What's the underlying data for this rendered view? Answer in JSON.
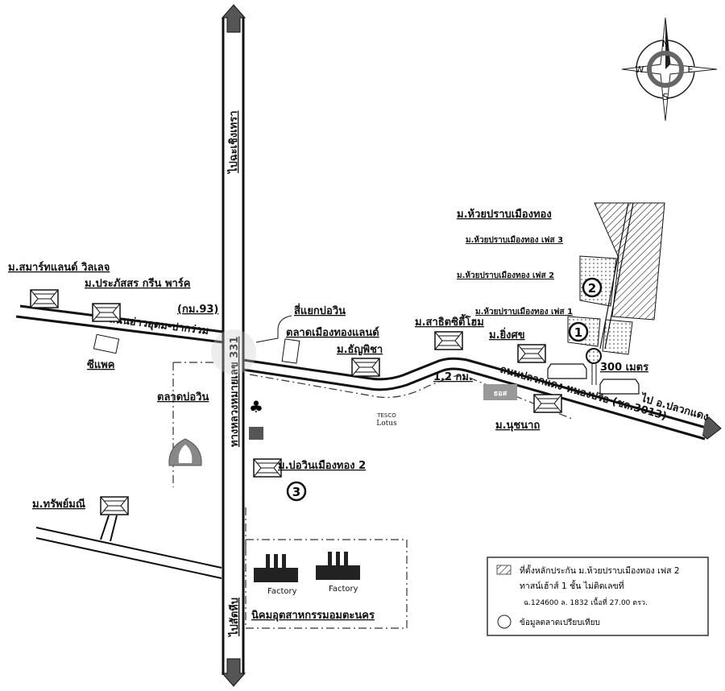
{
  "roads": {
    "highway_label": "ทางหลวงหมายเลข 331",
    "to_north": "ไปฉะเชิงเทรา",
    "to_south": "ไปสัตหีบ",
    "west_road": "ถนนอ่าวอุดม-ปากร่วม",
    "km_marker": "(กม.93)",
    "east_road": "ถนนปลวกแดง-หนองปรือ (ชล.3013)",
    "to_east": "ไป อ.ปลวกแดง",
    "distance_1": "1.2 กม.",
    "distance_2": "300 เมตร"
  },
  "places": {
    "smartland": "ม.สมาร์ทแลนด์ วิลเลจ",
    "prapassorn": "ม.ประภัสสร กรีน พาร์ค",
    "cpac": "ซีแพค",
    "intersection": "สี่แยกบ่อวิน",
    "muangthong_market": "ตลาดเมืองทองแลนด์",
    "thanpicha": "ม.ธัญพิชา",
    "sathit": "ม.สาธิตซิตี้โฮม",
    "yingsak": "ม.ยิ่งศข",
    "tesco": "TESCO",
    "lotus": "Lotus",
    "nutchanat": "ม.นุชนาถ",
    "bowin_market": "ตลาดบ่อวิน",
    "bowin_muangthong2": "ม.บ่อวินเมืองทอง 2",
    "submanee": "ม.ทรัพย์มณี",
    "factory_1": "Factory",
    "factory_2": "Factory",
    "industrial_estate": "นิคมอุตสาหกรรมอมตะนคร",
    "huaiprap": "ม.ห้วยปราบเมืองทอง",
    "phase3": "ม.ห้วยปราบเมืองทอง เฟส 3",
    "phase2": "ม.ห้วยปราบเมืองทอง เฟส 2",
    "phase1": "ม.ห้วยปราบเมืองทอง เฟส 1",
    "ghb": "ธอส"
  },
  "markers": [
    "1",
    "2",
    "3"
  ],
  "compass": {
    "n": "N",
    "e": "E",
    "s": "S",
    "w": "W"
  },
  "legend": {
    "collateral_line1": "ที่ตั้งหลักประกัน ม.ห้วยปราบเมืองทอง เฟส 2",
    "collateral_line2": "ทาสน์เฮ้าส์ 1 ชั้น ไม่ติดเลขที่",
    "collateral_line3": "ฉ.124600 ล. 1832 เนื้อที่ 27.00 ตรว.",
    "comparable": "ข้อมูลตลาดเปรียบเทียบ"
  }
}
